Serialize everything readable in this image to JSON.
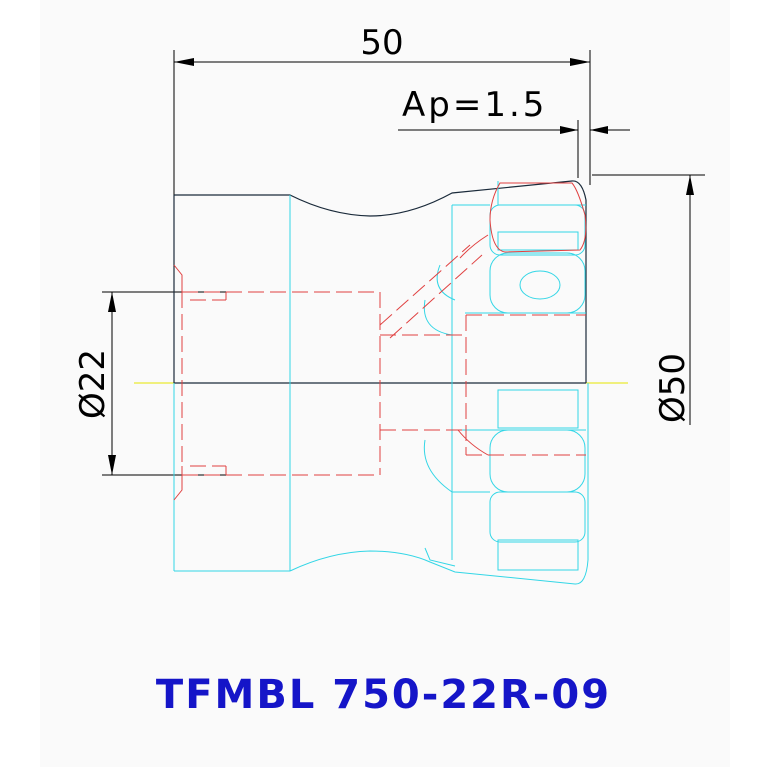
{
  "dimensions": {
    "length": "50",
    "depth_of_cut": "Ap=1.5",
    "bore_diameter": "Ø22",
    "cutter_diameter": "Ø50"
  },
  "caption": "TFMBL 750-22R-09",
  "colors": {
    "dimension_lines": "#000000",
    "body_outline": "#33d6e6",
    "hidden_lines": "#e04040",
    "caption": "#1515c8",
    "centerline": "#e6e600"
  }
}
